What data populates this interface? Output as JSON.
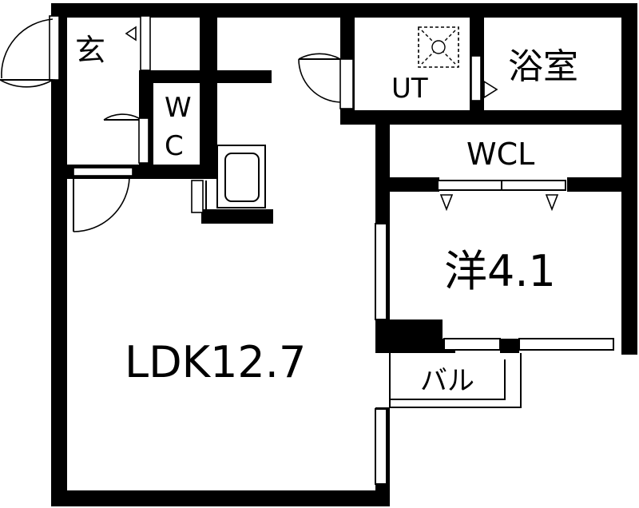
{
  "floor_plan": {
    "rooms": {
      "entrance": "玄",
      "toilet_w": "W",
      "toilet_c": "C",
      "utility": "UT",
      "bath": "浴室",
      "walk_in_closet": "WCL",
      "western_room": "洋4.1",
      "ldk": "LDK12.7",
      "balcony": "バル"
    }
  }
}
